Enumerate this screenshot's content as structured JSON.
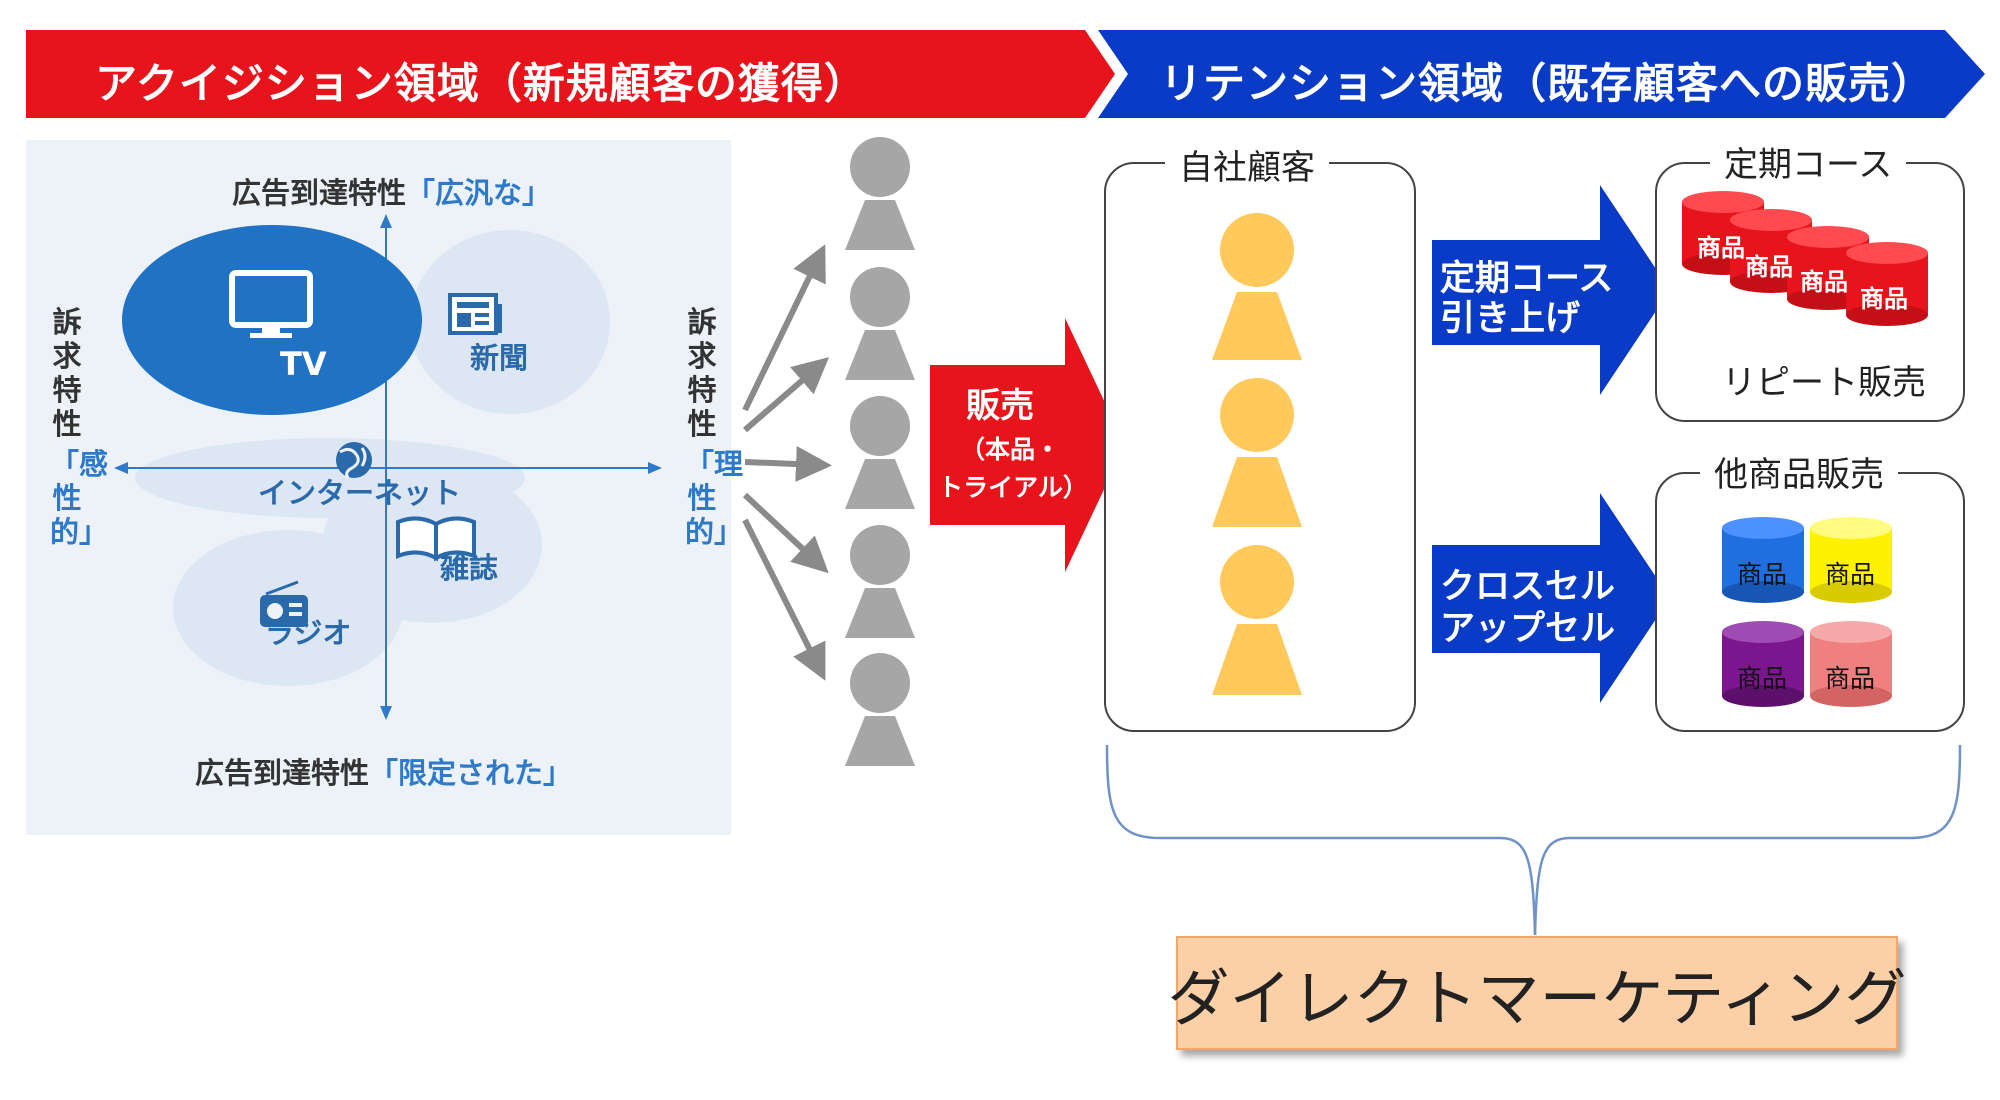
{
  "banners": {
    "left": "アクイジション領域（新規顧客の獲得）",
    "right": "リテンション領域（既存顧客への販売）"
  },
  "colors": {
    "acquisition_red": "#e8141c",
    "retention_blue": "#0a3bc6",
    "panel_bg": "#edf2f8",
    "media_blue": "#2f7ac8",
    "person_gray": "#a6a6a6",
    "customer_yellow": "#ffc95c",
    "dm_orange": "#fbd0a6"
  },
  "media_map": {
    "top_prefix": "広告到達特性",
    "top_highlight": "「広汎な」",
    "bottom_prefix": "広告到達特性",
    "bottom_highlight": "「限定された」",
    "left_prefix": "訴求特性",
    "left_highlight": "「感性的」",
    "right_prefix": "訴求特性",
    "right_highlight": "「理性的」",
    "media": {
      "tv": "TV",
      "newspaper": "新聞",
      "internet": "インターネット",
      "magazine": "雑誌",
      "radio": "ラジオ"
    },
    "icons": [
      "tv-icon",
      "newspaper-icon",
      "globe-icon",
      "book-icon",
      "radio-icon"
    ]
  },
  "sales_arrow": {
    "main": "販売",
    "sub": "（本品・",
    "sub2": "トライアル）"
  },
  "customers_box": {
    "title": "自社顧客"
  },
  "upsell_arrow": {
    "line1": "定期コース",
    "line2": "引き上げ"
  },
  "cross_arrow": {
    "line1": "クロスセル",
    "line2": "アップセル"
  },
  "subscription_box": {
    "title": "定期コース",
    "caption": "リピート販売",
    "product": "商品"
  },
  "other_box": {
    "title": "他商品販売",
    "product": "商品",
    "cylinder_colors": [
      "#1f6fe0",
      "#fff200",
      "#7b168f",
      "#f08080"
    ]
  },
  "direct_marketing": "ダイレクトマーケティング"
}
